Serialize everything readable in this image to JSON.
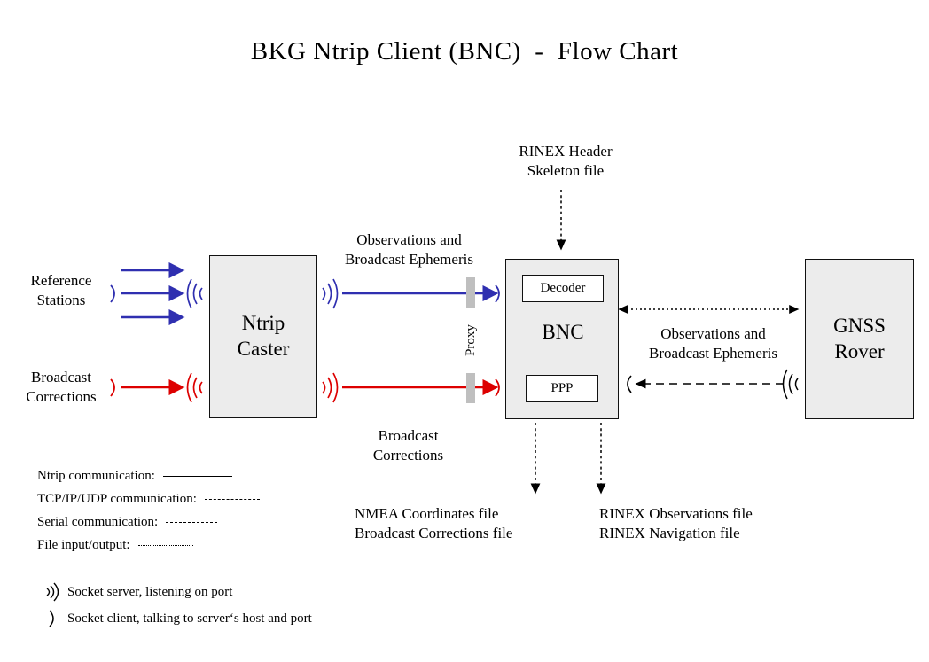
{
  "title": "BKG Ntrip Client (BNC)  -  Flow Chart",
  "nodes": {
    "ntrip_caster": {
      "line1": "Ntrip",
      "line2": "Caster"
    },
    "bnc": {
      "label": "BNC",
      "decoder": "Decoder",
      "ppp": "PPP"
    },
    "gnss_rover": {
      "line1": "GNSS",
      "line2": "Rover"
    },
    "proxy": {
      "label": "Proxy"
    }
  },
  "labels": {
    "reference_stations": "Reference\nStations",
    "broadcast_corrections_in": "Broadcast\nCorrections",
    "observations_ephemeris_left": "Observations and\nBroadcast Ephemeris",
    "broadcast_corrections_mid": "Broadcast\nCorrections",
    "rinex_header_skeleton": "RINEX Header\nSkeleton file",
    "observations_ephemeris_right": "Observations and\nBroadcast Ephemeris",
    "nmea_output_files": "NMEA Coordinates file\nBroadcast Corrections file",
    "rinex_output_files": "RINEX Observations file\nRINEX Navigation file"
  },
  "legend": {
    "rows": [
      {
        "label": "Ntrip communication:",
        "style": "solid"
      },
      {
        "label": "TCP/IP/UDP communication:",
        "style": "dashed-long"
      },
      {
        "label": "Serial communication:",
        "style": "dashed-medium"
      },
      {
        "label": "File input/output:",
        "style": "dotted"
      }
    ],
    "sockets": [
      {
        "glyph": "socket-server-icon",
        "label": "Socket server, listening on port"
      },
      {
        "glyph": "socket-client-icon",
        "label": "Socket client, talking to server‘s host and port"
      }
    ]
  },
  "colors": {
    "ntrip_stream": "#2F2FB0",
    "correction_stream": "#DD0000",
    "box_fill": "#ECECEC",
    "box_stroke": "#111111",
    "proxy_fill": "#BFBFBF",
    "background": "#FFFFFF"
  }
}
